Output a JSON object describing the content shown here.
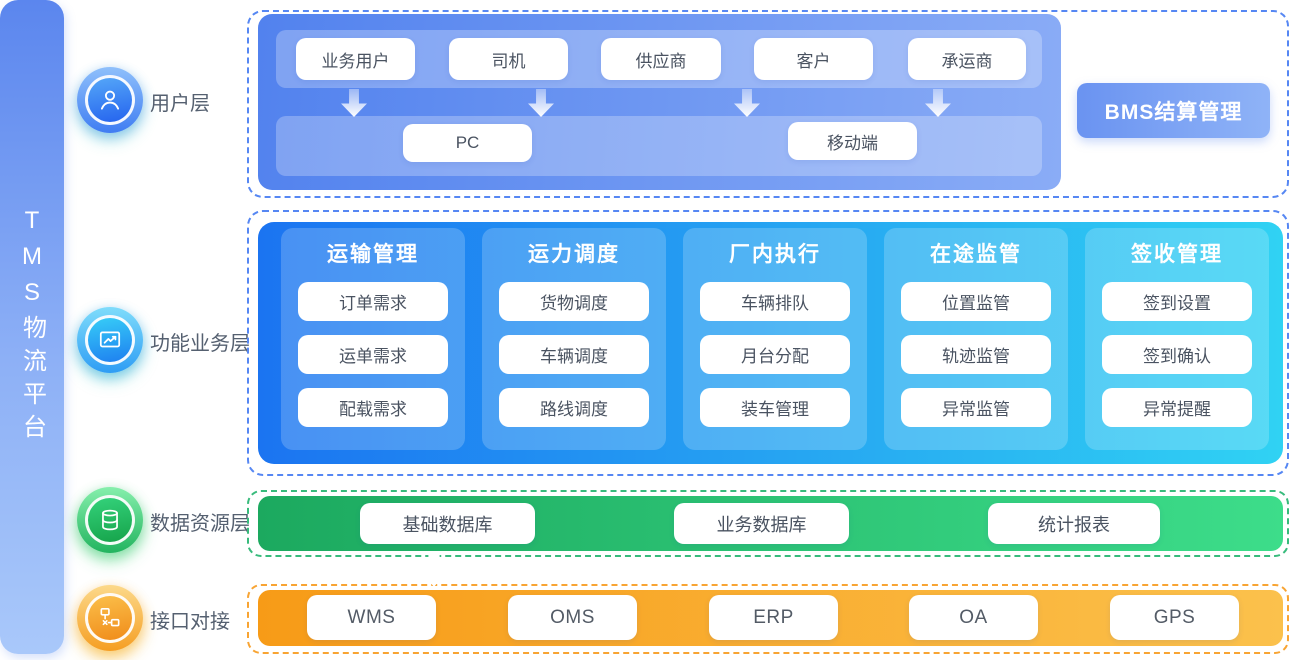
{
  "platform": {
    "title": "TMS物流平台"
  },
  "layers": {
    "user": {
      "label": "用户层"
    },
    "function": {
      "label": "功能业务层"
    },
    "data": {
      "label": "数据资源层"
    },
    "interface": {
      "label": "接口对接"
    }
  },
  "user_layer": {
    "roles": [
      "业务用户",
      "司机",
      "供应商",
      "客户",
      "承运商"
    ],
    "devices": [
      "PC",
      "移动端"
    ],
    "bms_label": "BMS结算管理"
  },
  "function_layer": {
    "columns": [
      {
        "title": "运输管理",
        "items": [
          "订单需求",
          "运单需求",
          "配载需求"
        ]
      },
      {
        "title": "运力调度",
        "items": [
          "货物调度",
          "车辆调度",
          "路线调度"
        ]
      },
      {
        "title": "厂内执行",
        "items": [
          "车辆排队",
          "月台分配",
          "装车管理"
        ]
      },
      {
        "title": "在途监管",
        "items": [
          "位置监管",
          "轨迹监管",
          "异常监管"
        ]
      },
      {
        "title": "签收管理",
        "items": [
          "签到设置",
          "签到确认",
          "异常提醒"
        ]
      }
    ]
  },
  "data_layer": {
    "items": [
      "基础数据库",
      "业务数据库",
      "统计报表"
    ]
  },
  "interface_layer": {
    "items": [
      "WMS",
      "OMS",
      "ERP",
      "OA",
      "GPS"
    ]
  },
  "icons": {
    "user": "user-icon",
    "function": "line-chart-icon",
    "data": "database-icon",
    "interface": "workflow-icon",
    "arrows": "down-arrow-icon"
  },
  "colors": {
    "sidebar_gradient": [
      "#5b86ee",
      "#a9c8fa"
    ],
    "user_layer_box": [
      "#5282ee",
      "#8aacf6"
    ],
    "function_layer_box": [
      "#1b74f1",
      "#30d2f3"
    ],
    "data_layer_bar": [
      "#1ca95f",
      "#3ddd8a"
    ],
    "interface_layer_bar": [
      "#f79b17",
      "#fbc14c"
    ],
    "bms_button": [
      "#6a93f1",
      "#8fb3f7"
    ],
    "dashed_blue": "#5687f3",
    "dashed_green": "#38bb7c",
    "dashed_orange": "#f8a433",
    "pill_text": "#4a5361"
  }
}
